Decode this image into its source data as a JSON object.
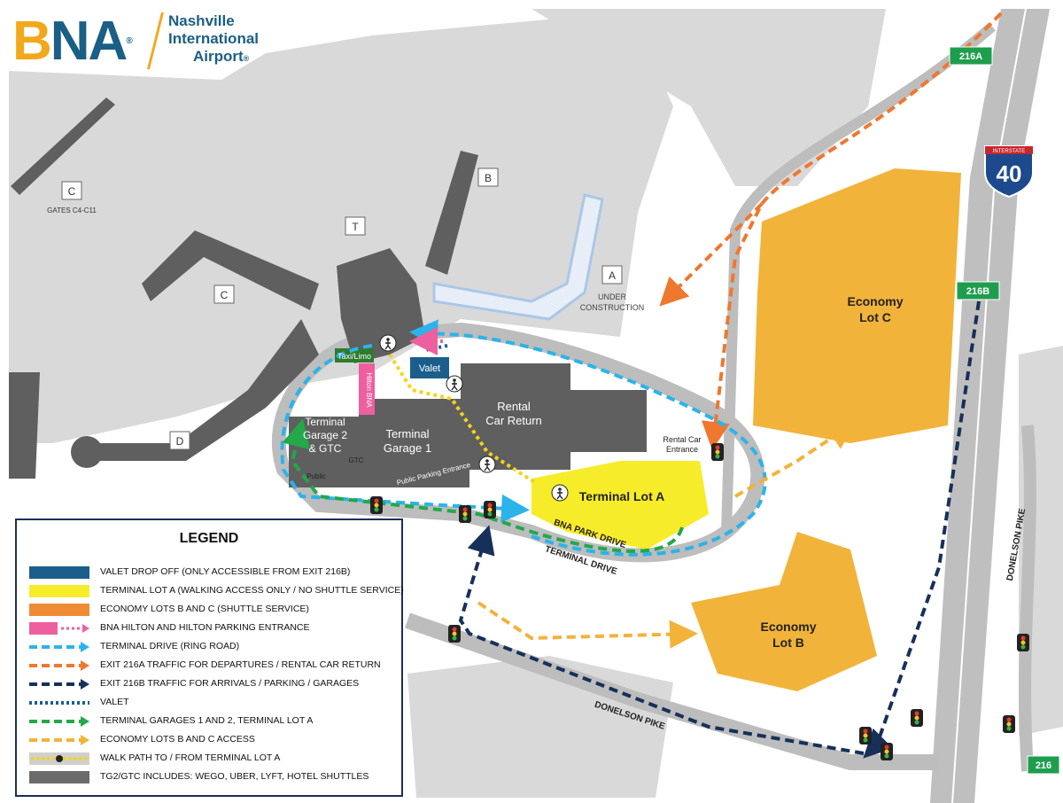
{
  "logo": {
    "letters_b": "B",
    "letters_na": "NA",
    "reg": "®",
    "line1": "Nashville",
    "line2": "International",
    "line3": "Airport",
    "line3_reg": "®"
  },
  "concourses": {
    "c_top": "C",
    "c_top_gates": "GATES C4-C11",
    "b": "B",
    "t": "T",
    "c_mid": "C",
    "a": "A",
    "a_status": "UNDER",
    "a_status2": "CONSTRUCTION",
    "d": "D"
  },
  "highway": {
    "exit_216a": "216A",
    "exit_216b": "216B",
    "exit_216": "216",
    "interstate_word": "INTERSTATE",
    "interstate_num": "40"
  },
  "facilities": {
    "economy_c_1": "Economy",
    "economy_c_2": "Lot C",
    "economy_b_1": "Economy",
    "economy_b_2": "Lot B",
    "terminal_lot_a": "Terminal Lot A",
    "rental_1": "Rental",
    "rental_2": "Car Return",
    "rental_entrance_1": "Rental Car",
    "rental_entrance_2": "Entrance",
    "garage1_1": "Terminal",
    "garage1_2": "Garage 1",
    "garage2_1": "Terminal",
    "garage2_2": "Garage 2",
    "garage2_3": "& GTC",
    "valet": "Valet",
    "taxi": "Taxi/Limo",
    "hilton": "Hilton BNA",
    "public_parking_entrance": "Public Parking Entrance",
    "public": "Public",
    "gtc": "GTC"
  },
  "roads": {
    "bna_park_drive": "BNA PARK DRIVE",
    "terminal_drive": "TERMINAL DRIVE",
    "donelson_pike_1": "DONELSON PIKE",
    "donelson_pike_2": "DONELSON PIKE"
  },
  "legend": {
    "title": "LEGEND",
    "items": [
      {
        "label": "VALET DROP OFF (ONLY ACCESSIBLE FROM EXIT 216B)",
        "color": "#1b5e8c"
      },
      {
        "label": "TERMINAL LOT A (WALKING ACCESS ONLY / NO SHUTTLE SERVICE)",
        "color": "#f7ec2a"
      },
      {
        "label": "ECONOMY LOTS B AND C (SHUTTLE SERVICE)",
        "color": "#f08a34"
      },
      {
        "label": "BNA HILTON AND HILTON PARKING ENTRANCE",
        "color": "#ee5fa0"
      },
      {
        "label": "TERMINAL DRIVE (RING ROAD)",
        "color": "#2bb3ea"
      },
      {
        "label": "EXIT 216A TRAFFIC FOR DEPARTURES / RENTAL CAR RETURN",
        "color": "#f0772e"
      },
      {
        "label": "EXIT 216B TRAFFIC FOR ARRIVALS / PARKING / GARAGES",
        "color": "#17305a"
      },
      {
        "label": "VALET",
        "color": "#1b5e8c"
      },
      {
        "label": "TERMINAL GARAGES 1 AND 2, TERMINAL LOT A",
        "color": "#23a84a"
      },
      {
        "label": "ECONOMY LOTS B AND C ACCESS",
        "color": "#f3b23a"
      },
      {
        "label": "WALK PATH TO / FROM TERMINAL LOT A",
        "color": "#f7d21a"
      },
      {
        "label": "TG2/GTC INCLUDES: WEGO, UBER, LYFT, HOTEL SHUTTLES",
        "color": "#6b6b6b"
      }
    ]
  },
  "colors": {
    "land": "#d9d9d9",
    "road": "#bdbdbd",
    "building": "#5f5f5f",
    "economy": "#f2b33a",
    "lot_a": "#f7ec2a",
    "exit_sign": "#1f9d4e"
  }
}
